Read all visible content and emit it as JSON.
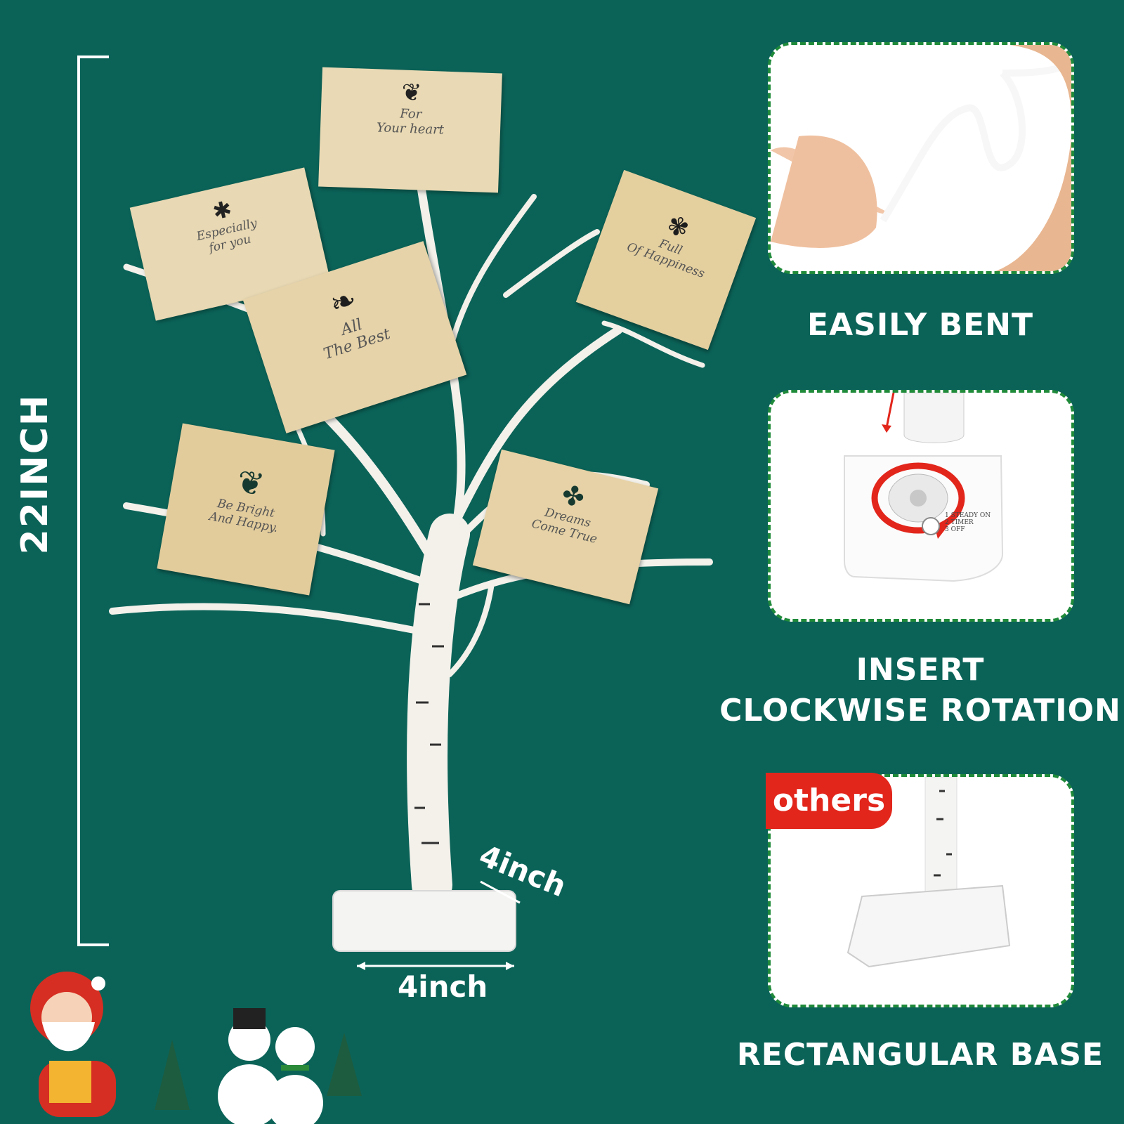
{
  "dimensions": {
    "height_label": "22INCH",
    "depth_label": "4inch",
    "width_label": "4inch"
  },
  "cards": [
    {
      "line1": "For",
      "line2": "Your heart"
    },
    {
      "line1": "Especially",
      "line2": "for you"
    },
    {
      "line1": "All",
      "line2": "The Best"
    },
    {
      "line1": "Full",
      "line2": "Of Happiness"
    },
    {
      "line1": "Be Bright",
      "line2": "And Happy."
    },
    {
      "line1": "Dreams",
      "line2": "Come True"
    }
  ],
  "panels": [
    {
      "caption": "EASILY BENT"
    },
    {
      "caption_line1": "INSERT",
      "caption_line2": "CLOCKWISE ROTATION",
      "control_labels": [
        "1 STEADY ON",
        "2 TIMER",
        "3 OFF"
      ]
    },
    {
      "badge": "others",
      "caption": "RECTANGULAR BASE"
    }
  ],
  "colors": {
    "background": "#0b6358",
    "panel_border": "#1f8a3a",
    "badge": "#e2261c",
    "arrow": "#e2261c"
  }
}
